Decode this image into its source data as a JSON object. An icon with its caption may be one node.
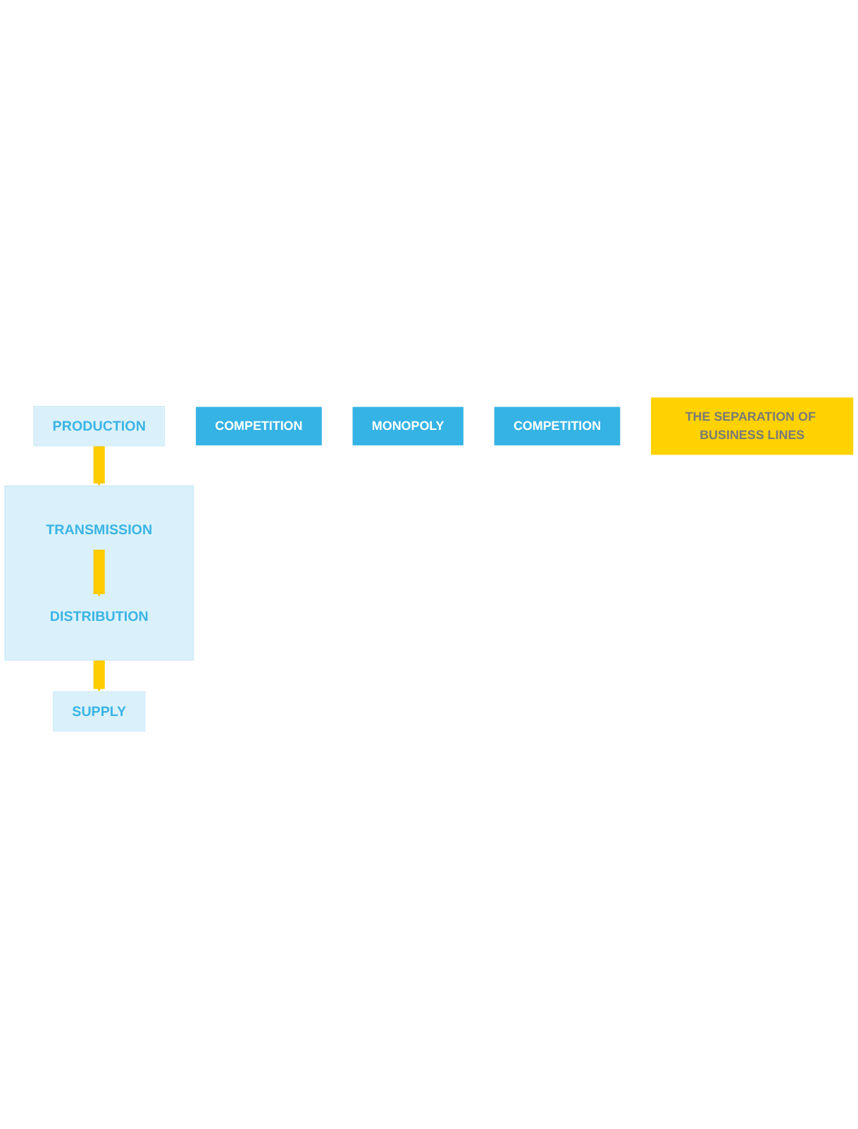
{
  "diagram": {
    "nodes": [
      {
        "text": [
          "PRODUCTION"
        ]
      },
      {
        "text": [
          "COMPETITION"
        ]
      },
      {
        "text": [],
        "shape": "box"
      },
      {
        "text": [
          "TRANSMISSION"
        ],
        "in": 2
      },
      {
        "text": [
          "DISTRIBUTION"
        ],
        "in": 2
      },
      {
        "text": [
          "MONOPOLY"
        ]
      },
      {
        "text": [
          "SUPPLY"
        ]
      },
      {
        "text": [
          "COMPETITION"
        ]
      },
      {
        "text": [
          "THE SEPARATION OF BUSINESS LINES"
        ]
      }
    ],
    "edges": [
      {
        "from": 0,
        "to": 2,
        "arrow": "to"
      },
      {
        "from": 3,
        "to": 4,
        "arrow": "to"
      },
      {
        "from": 2,
        "to": 6,
        "arrow": "to"
      }
    ]
  }
}
